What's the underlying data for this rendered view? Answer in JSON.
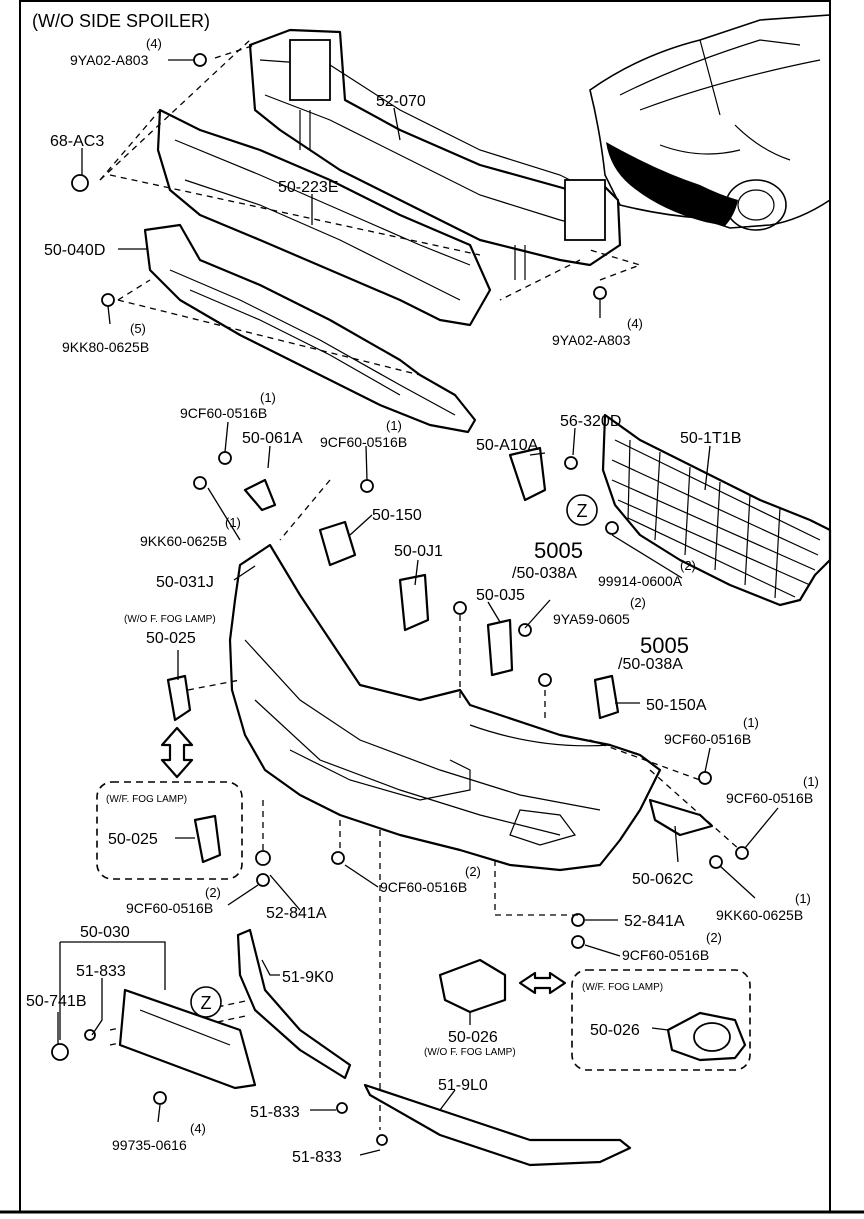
{
  "header": {
    "title": "(W/O SIDE SPOILER)"
  },
  "parts": {
    "reinforcement": "52-070",
    "absorber": "50-223E",
    "lower_absorber": "50-040D",
    "screw_top_left": {
      "code": "9YA02-A803",
      "qty": "(4)"
    },
    "screw_right": {
      "code": "9YA02-A803",
      "qty": "(4)"
    },
    "clip_left": "68-AC3",
    "bolt_left": {
      "code": "9KK80-0625B",
      "qty": "(5)"
    },
    "screw_a": {
      "code": "9CF60-0516B",
      "qty": "(1)"
    },
    "bracket_left": "50-061A",
    "screw_b": {
      "code": "9CF60-0516B",
      "qty": "(1)"
    },
    "bolt_b": {
      "code": "9KK60-0625B",
      "qty": "(1)"
    },
    "bracket_150": "50-150",
    "bumper_cover": "50-031J",
    "bracket_0j1": "50-0J1",
    "clip_5005_a": {
      "code": "5005",
      "sub": "/50-038A"
    },
    "bracket_0j5": "50-0J5",
    "screw_9ya59": {
      "code": "9YA59-0605",
      "qty": "(2)"
    },
    "clip_5005_b": {
      "code": "5005",
      "sub": "/50-038A"
    },
    "bracket_150a": "50-150A",
    "bracket_a10a": "50-A10A",
    "part_56_320d": "56-320D",
    "grille": "50-1T1B",
    "nut_99914": {
      "code": "99914-0600A",
      "qty": "(2)"
    },
    "z_mark_top": "Z",
    "fog_note_wo": "(W/O F. FOG LAMP)",
    "cover_025_a": "50-025",
    "fog_note_w": "(W/F. FOG LAMP)",
    "cover_025_b": "50-025",
    "screw_c_right": {
      "code": "9CF60-0516B",
      "qty": "(1)"
    },
    "screw_d_right": {
      "code": "9CF60-0516B",
      "qty": "(1)"
    },
    "bracket_062c": "50-062C",
    "bolt_c_right": {
      "code": "9KK60-0625B",
      "qty": "(1)"
    },
    "screw_bottom_mid": {
      "code": "9CF60-0516B",
      "qty": "(2)"
    },
    "screw_bottom_left": {
      "code": "9CF60-0516B",
      "qty": "(2)"
    },
    "clip_841a_left": "52-841A",
    "clip_841a_right": "52-841A",
    "screw_bottom_right": {
      "code": "9CF60-0516B",
      "qty": "(2)"
    },
    "plate_030": "50-030",
    "plate_833": "51-833",
    "cap_741b": "50-741B",
    "z_mark_bottom": "Z",
    "bolt_99735": {
      "code": "99735-0616",
      "qty": "(4)"
    },
    "molding_9k0": "51-9K0",
    "clip_833_a": "51-833",
    "clip_833_b": "51-833",
    "molding_9l0": "51-9L0",
    "fog_cover_wo": "50-026",
    "fog_cover_wo_note": "(W/O F. FOG LAMP)",
    "fog_note_w2": "(W/F. FOG LAMP)",
    "fog_cover_w": "50-026"
  }
}
